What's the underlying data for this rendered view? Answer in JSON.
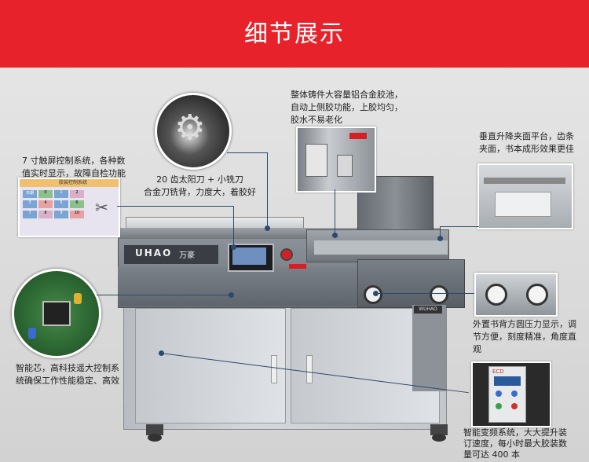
{
  "banner": {
    "title": "细节展示"
  },
  "machine": {
    "brand": "UHAO",
    "brand_cn": "万豪",
    "plate": "WUHAO"
  },
  "screen": {
    "title": "胶装控制系统",
    "cells": [
      "日期",
      "0",
      "1",
      "2",
      "3",
      "4",
      "5",
      "6",
      "7",
      "8",
      "9",
      "10"
    ]
  },
  "callouts": [
    {
      "id": "touch",
      "lines": [
        "7 寸触屏控制系统，各种数",
        "值实时显示，故障自检功能"
      ]
    },
    {
      "id": "blade",
      "lines": [
        "20 齿太阳刀 + 小铣刀",
        "合金刀铣背，力度大，着胶好"
      ]
    },
    {
      "id": "glue",
      "lines": [
        "整体铸件大容量铝合金胶池，",
        "自动上侧胶功能，上胶均匀，",
        "胶水不易老化"
      ]
    },
    {
      "id": "clamp",
      "lines": [
        "垂直升降夹面平台，齿条",
        "夹面，书本成形效果更佳"
      ]
    },
    {
      "id": "gauge",
      "lines": [
        "外置书背方圆压力显示，调",
        "节方便，刻度精准，角度直",
        "观"
      ]
    },
    {
      "id": "chip",
      "lines": [
        "智能芯，高科技遥大控制系",
        "统确保工作性能稳定、高效"
      ]
    },
    {
      "id": "inverter",
      "lines": [
        "智能变频系统，大大提升装",
        "订速度，每小时最大胶装数",
        "量可达 400 本"
      ]
    }
  ],
  "inverter_panel": {
    "brand": "ECD"
  }
}
